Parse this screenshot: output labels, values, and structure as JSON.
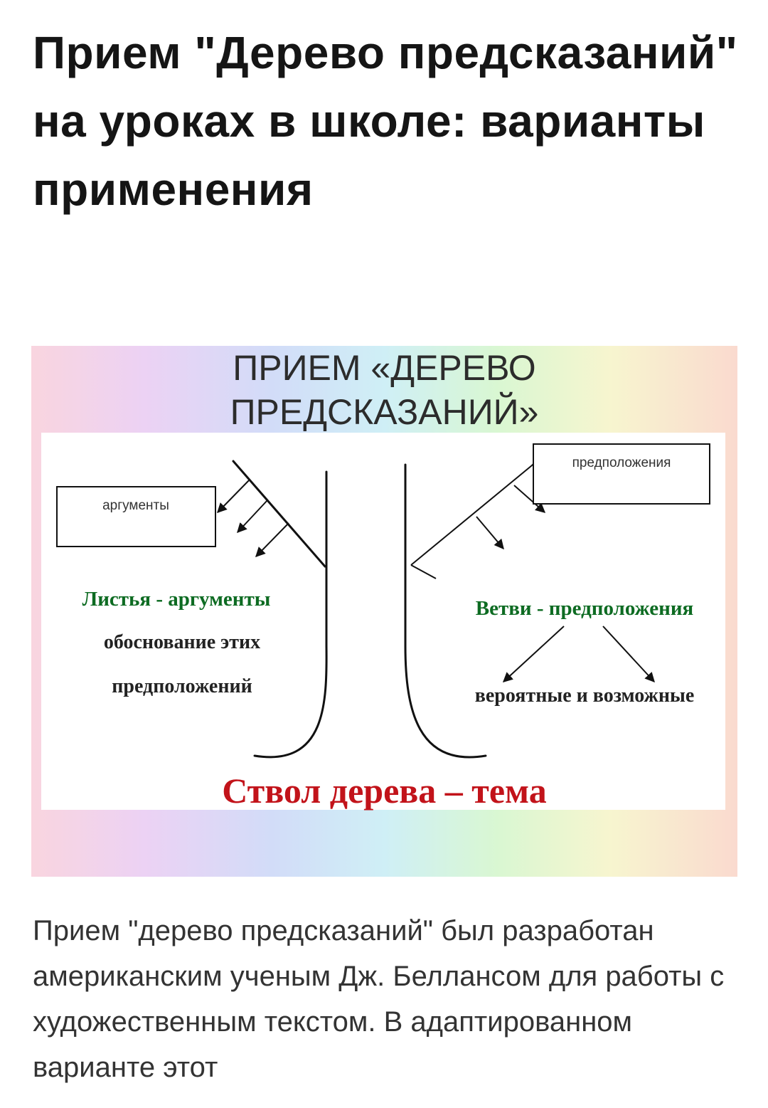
{
  "article": {
    "title": "Прием \"Дерево предсказаний\" на уроках в школе: варианты применения",
    "body": "Прием \"дерево предсказаний\" был разработан американским ученым Дж. Беллансом для работы с художественным текстом. В адаптированном варианте этот"
  },
  "slide": {
    "heading_line1": "ПРИЕМ «ДЕРЕВО",
    "heading_line2": "ПРЕДСКАЗАНИЙ»",
    "box_left": "аргументы",
    "box_right": "предположения",
    "leaves_word": "Листья",
    "leaves_rest": " - аргументы",
    "leaves_line2": "обоснование этих",
    "leaves_line3": "предположений",
    "branches": "Ветви - предположения",
    "probable": "вероятные и возможные",
    "trunk": "Ствол дерева – тема"
  },
  "colors": {
    "green": "#0d6b22",
    "red": "#c2131a"
  },
  "icons": [
    "arrow-icon"
  ]
}
